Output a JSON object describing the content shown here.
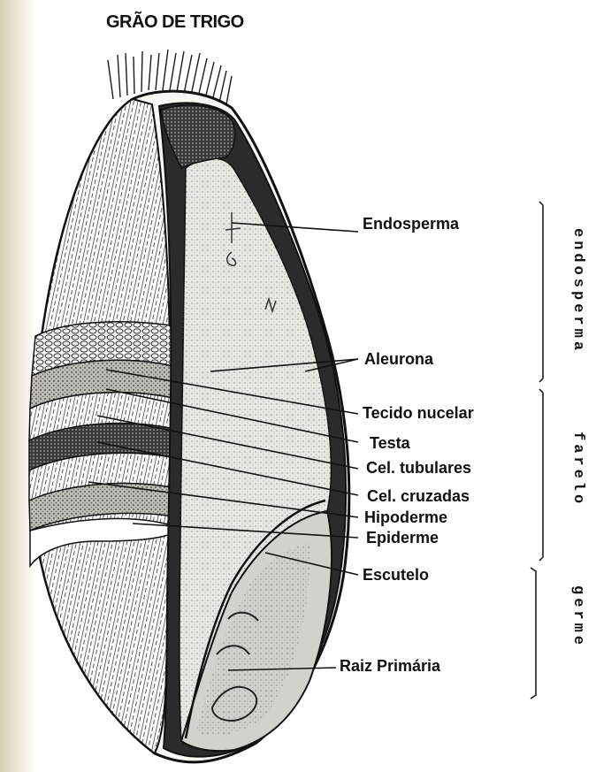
{
  "title": "GRÃO DE TRIGO",
  "labels": {
    "endosperma": "Endosperma",
    "aleurona": "Aleurona",
    "tecido_nucelar": "Tecido nucelar",
    "testa": "Testa",
    "cel_tubulares": "Cel. tubulares",
    "cel_cruzadas": "Cel. cruzadas",
    "hipoderme": "Hipoderme",
    "epiderme": "Epiderme",
    "escutelo": "Escutelo",
    "raiz_primaria": "Raiz Primária"
  },
  "groups": {
    "endosperma": "endosperma",
    "farelo": "farelo",
    "germe": "germe"
  },
  "colors": {
    "ink": "#111111",
    "paper": "#ffffff",
    "endosperm_fill": "#e9e9e4",
    "germ_fill": "#d2d2cc"
  }
}
